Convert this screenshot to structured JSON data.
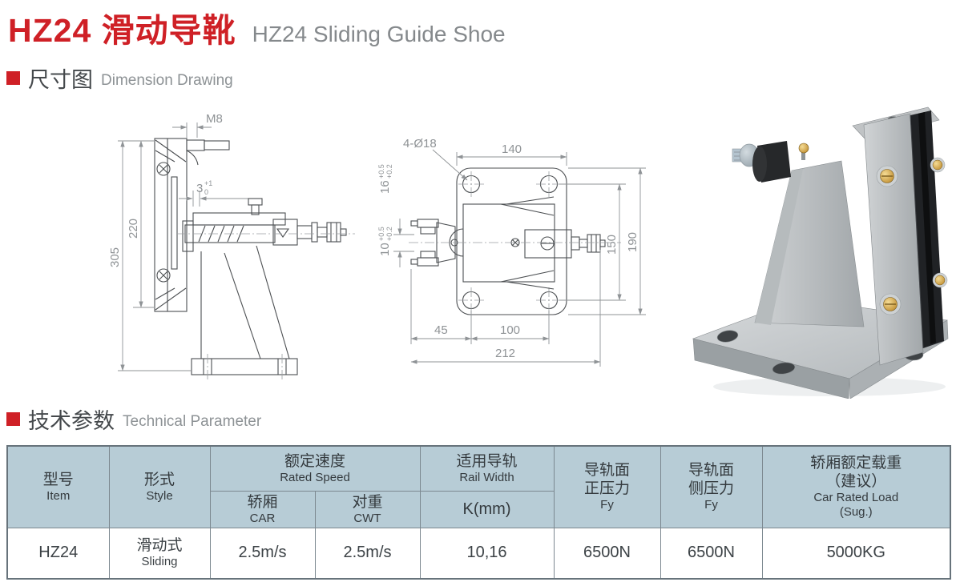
{
  "page": {
    "title_cn": "HZ24 滑动导靴",
    "title_en": "HZ24 Sliding Guide Shoe"
  },
  "sections": {
    "dimension": {
      "cn": "尺寸图",
      "en": "Dimension Drawing"
    },
    "technical": {
      "cn": "技术参数",
      "en": "Technical Parameter"
    }
  },
  "side_view": {
    "m8": "M8",
    "gap": "3",
    "gap_tol_up": "+1",
    "gap_tol_dn": "0",
    "h220": "220",
    "h305": "305"
  },
  "top_view": {
    "holes": "4-Ø18",
    "w140": "140",
    "t16": "16",
    "t16_up": "+0.5",
    "t16_dn": "+0.2",
    "t10": "10",
    "t10_up": "+0.5",
    "t10_dn": "+0.2",
    "h150": "150",
    "h190": "190",
    "b45": "45",
    "b100": "100",
    "b212": "212"
  },
  "table": {
    "headers": {
      "item_cn": "型号",
      "item_en": "Item",
      "style_cn": "形式",
      "style_en": "Style",
      "speed_cn": "额定速度",
      "speed_en": "Rated Speed",
      "car_cn": "轿厢",
      "car_en": "CAR",
      "cwt_cn": "对重",
      "cwt_en": "CWT",
      "rail_cn": "适用导轨",
      "rail_en": "Rail Width",
      "rail_k": "K(mm)",
      "fy_front_cn1": "导轨面",
      "fy_front_cn2": "正压力",
      "fy_front_en": "Fy",
      "fy_side_cn1": "导轨面",
      "fy_side_cn2": "侧压力",
      "fy_side_en": "Fy",
      "load_cn1": "轿厢额定载重",
      "load_cn2": "（建议）",
      "load_en1": "Car Rated Load",
      "load_en2": "(Sug.)"
    },
    "row": {
      "item": "HZ24",
      "style_cn": "滑动式",
      "style_en": "Sliding",
      "car_speed": "2.5m/s",
      "cwt_speed": "2.5m/s",
      "k": "10,16",
      "fy_front": "6500N",
      "fy_side": "6500N",
      "load": "5000KG"
    }
  },
  "colors": {
    "accent_red": "#cf2026",
    "table_header_bg": "#b7ccd6"
  }
}
